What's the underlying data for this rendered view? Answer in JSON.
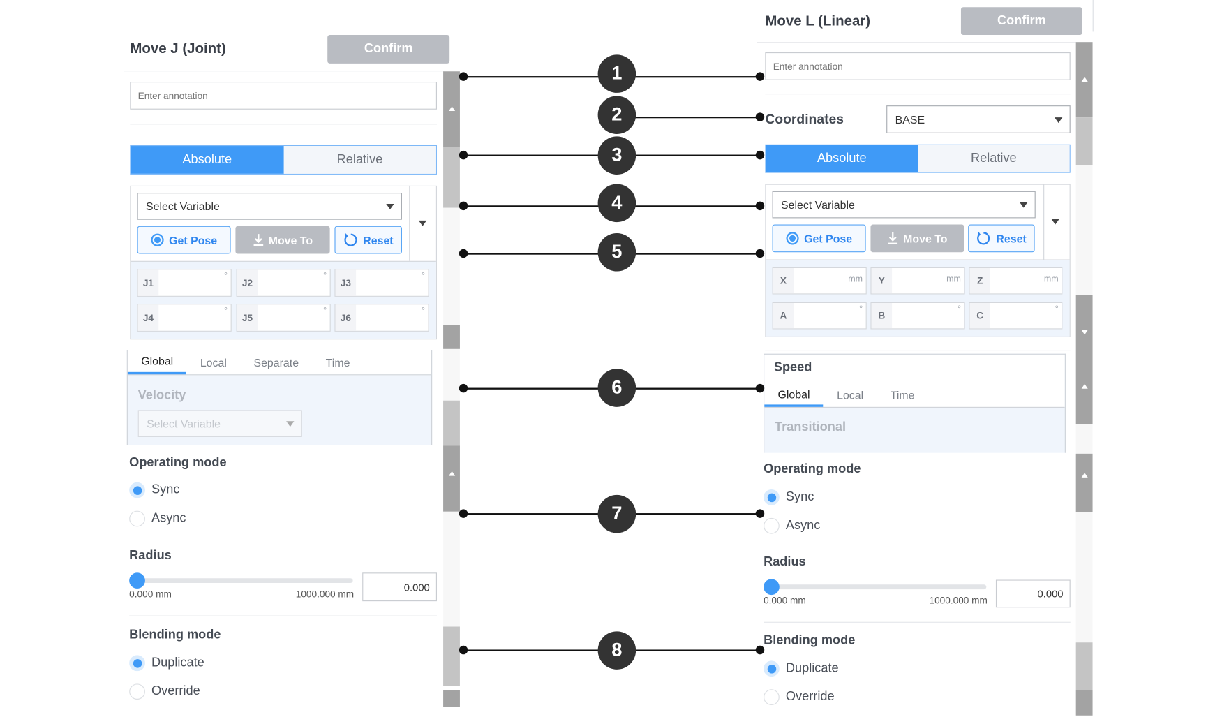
{
  "move_j": {
    "title": "Move J (Joint)",
    "confirm": "Confirm",
    "annotation_placeholder": "Enter annotation",
    "mode": {
      "absolute": "Absolute",
      "relative": "Relative",
      "selected": "Absolute"
    },
    "select_variable": "Select Variable",
    "buttons": {
      "get_pose": "Get Pose",
      "move_to": "Move To",
      "reset": "Reset"
    },
    "joints": [
      {
        "label": "J1",
        "unit": "°"
      },
      {
        "label": "J2",
        "unit": "°"
      },
      {
        "label": "J3",
        "unit": "°"
      },
      {
        "label": "J4",
        "unit": "°"
      },
      {
        "label": "J5",
        "unit": "°"
      },
      {
        "label": "J6",
        "unit": "°"
      }
    ],
    "speed_tabs": [
      "Global",
      "Local",
      "Separate",
      "Time"
    ],
    "speed_tab_active": "Global",
    "velocity_label": "Velocity",
    "velocity_select": "Select Variable",
    "operating_mode": {
      "label": "Operating mode",
      "options": [
        "Sync",
        "Async"
      ],
      "selected": "Sync"
    },
    "radius": {
      "label": "Radius",
      "min": "0.000 mm",
      "max": "1000.000 mm",
      "value": "0.000",
      "fraction": 0
    },
    "blending_mode": {
      "label": "Blending mode",
      "options": [
        "Duplicate",
        "Override"
      ],
      "selected": "Duplicate"
    }
  },
  "move_l": {
    "title": "Move L (Linear)",
    "confirm": "Confirm",
    "annotation_placeholder": "Enter annotation",
    "coordinates_label": "Coordinates",
    "coordinates_value": "BASE",
    "mode": {
      "absolute": "Absolute",
      "relative": "Relative",
      "selected": "Absolute"
    },
    "select_variable": "Select Variable",
    "buttons": {
      "get_pose": "Get Pose",
      "move_to": "Move To",
      "reset": "Reset"
    },
    "axes": [
      {
        "label": "X",
        "unit": "mm"
      },
      {
        "label": "Y",
        "unit": "mm"
      },
      {
        "label": "Z",
        "unit": "mm"
      },
      {
        "label": "A",
        "unit": "°"
      },
      {
        "label": "B",
        "unit": "°"
      },
      {
        "label": "C",
        "unit": "°"
      }
    ],
    "speed_label": "Speed",
    "speed_tabs": [
      "Global",
      "Local",
      "Time"
    ],
    "speed_tab_active": "Global",
    "transitional_label": "Transitional",
    "operating_mode": {
      "label": "Operating mode",
      "options": [
        "Sync",
        "Async"
      ],
      "selected": "Sync"
    },
    "radius": {
      "label": "Radius",
      "min": "0.000 mm",
      "max": "1000.000 mm",
      "value": "0.000",
      "fraction": 0
    },
    "blending_mode": {
      "label": "Blending mode",
      "options": [
        "Duplicate",
        "Override"
      ],
      "selected": "Duplicate"
    }
  },
  "callouts": [
    "1",
    "2",
    "3",
    "4",
    "5",
    "6",
    "7",
    "8"
  ],
  "colors": {
    "accent": "#3f9af7",
    "button_disabled": "#b9bcc2",
    "callout": "#333333"
  }
}
